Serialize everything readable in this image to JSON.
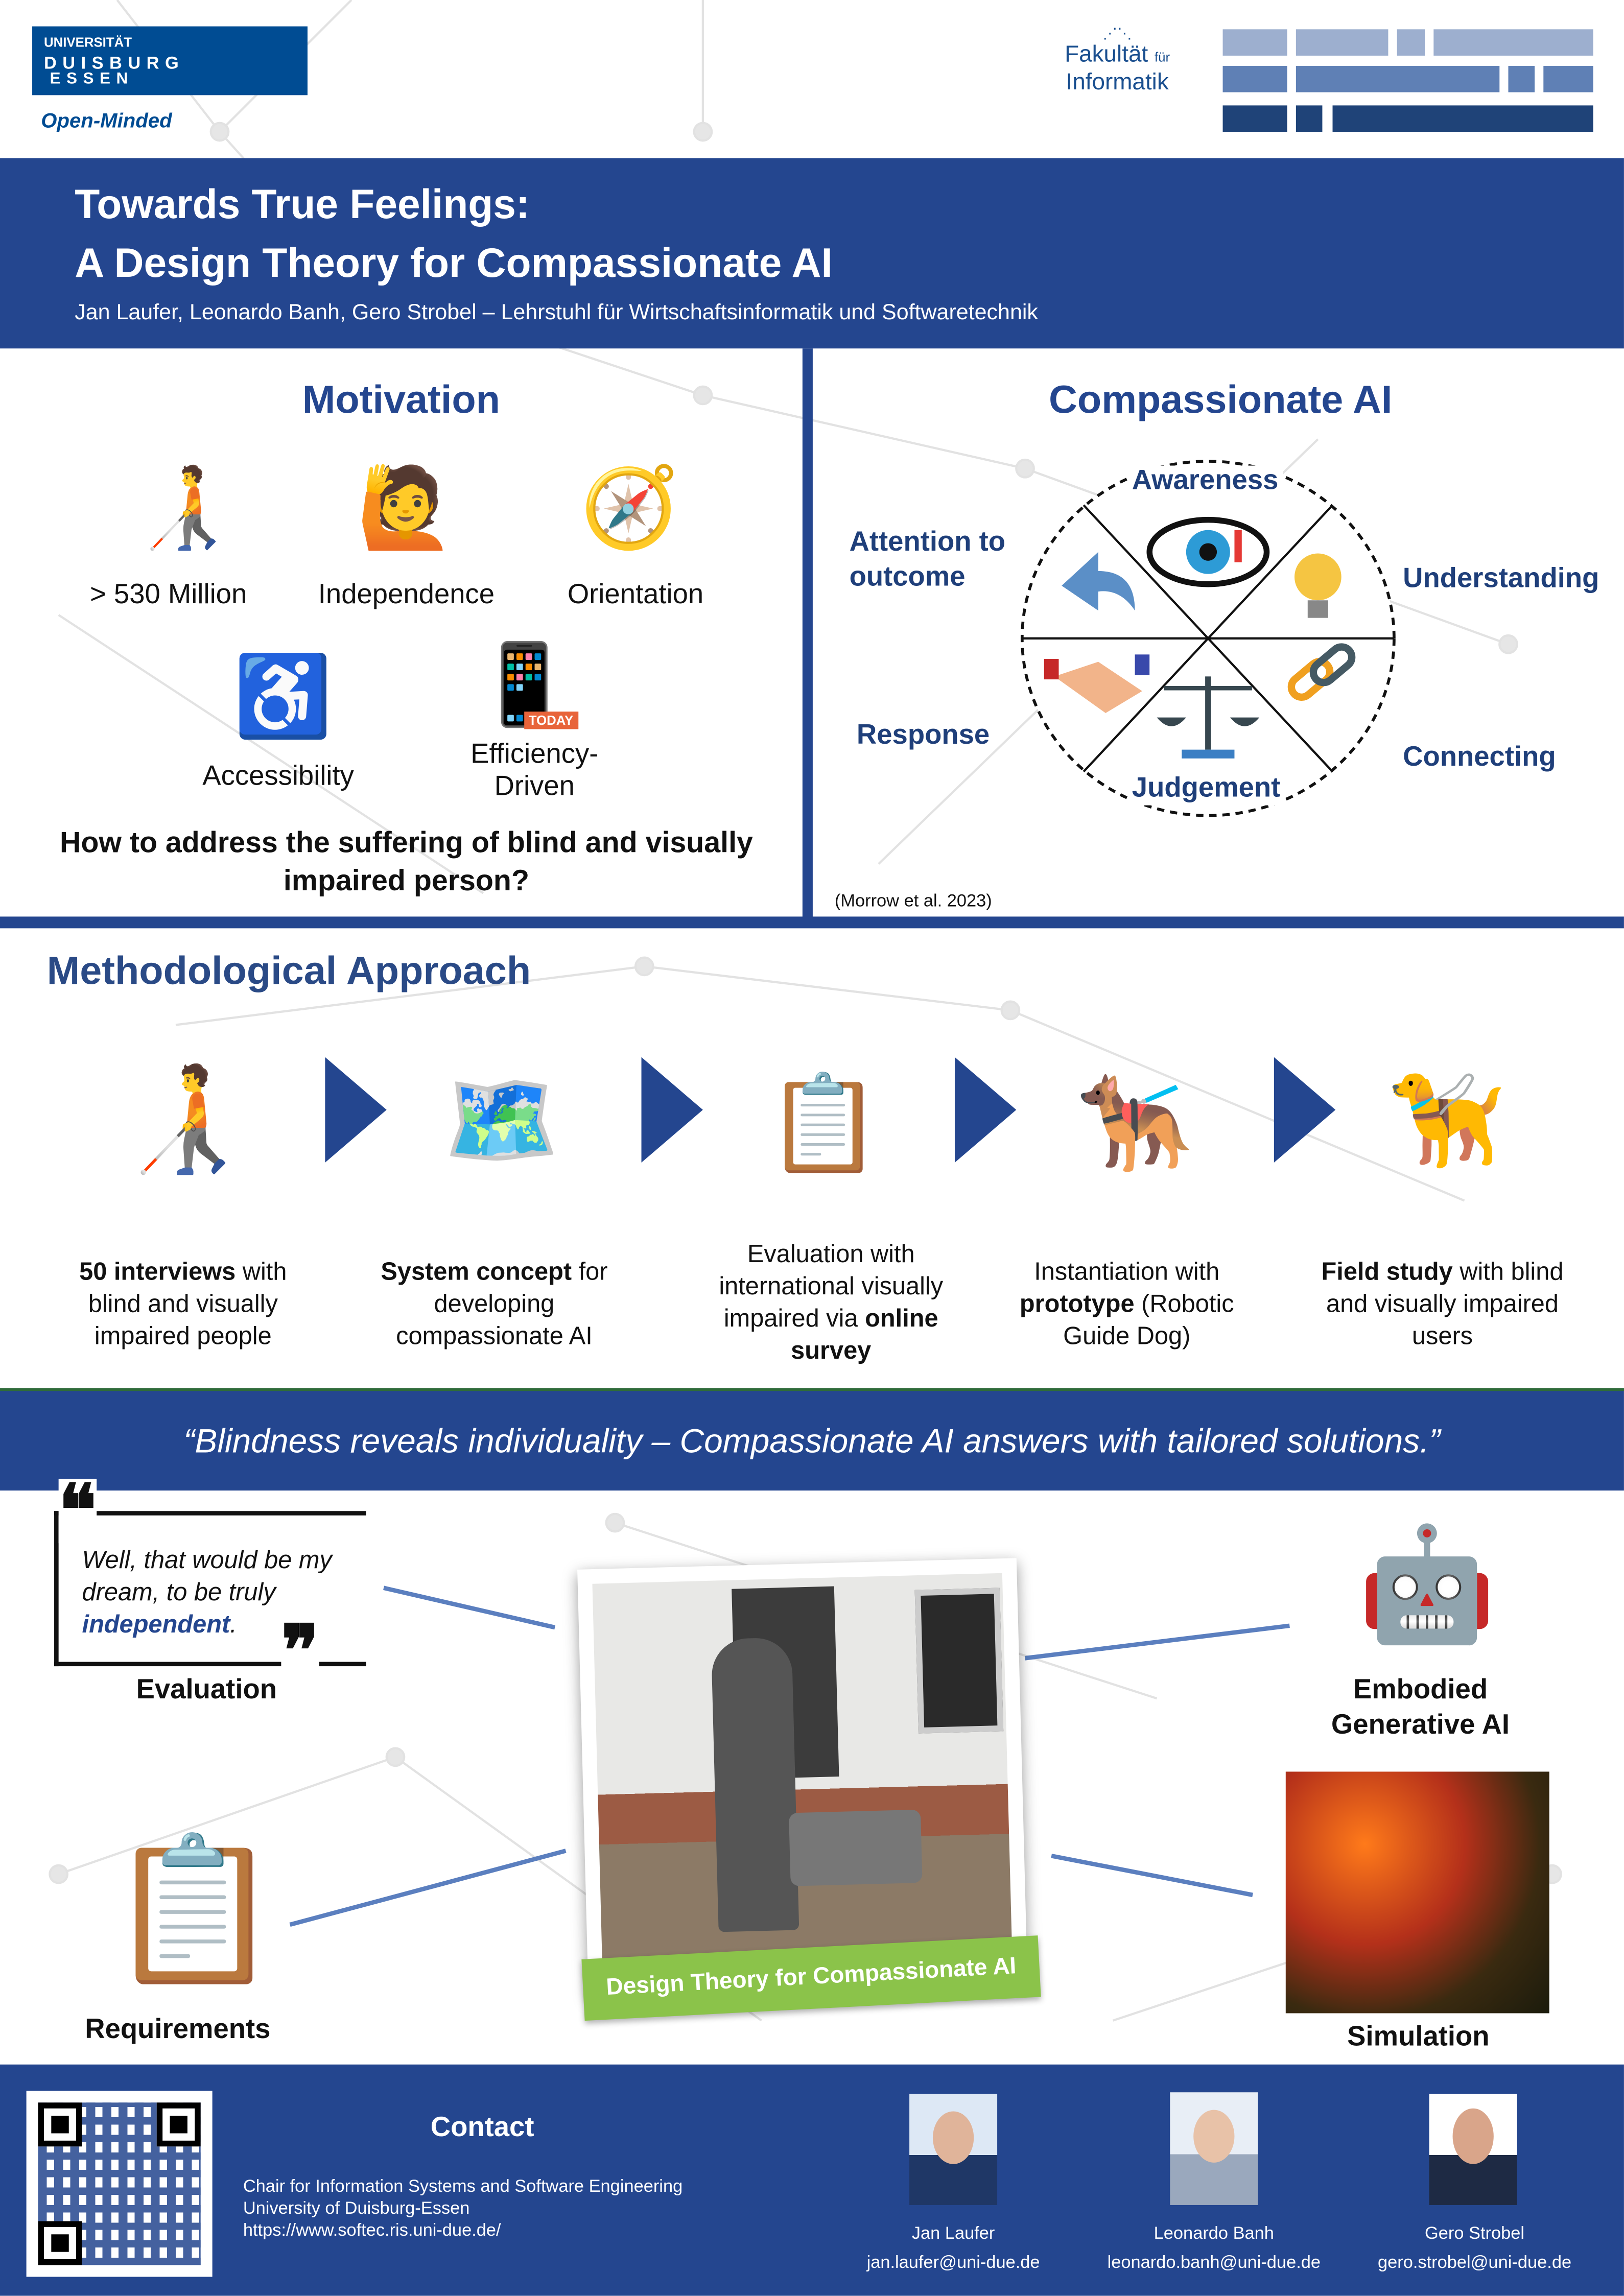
{
  "header": {
    "university_logo": {
      "line1": "UNIVERSITÄT",
      "line2": "DUISBURG",
      "line3": "ESSEN",
      "tagline": "Open-Minded"
    },
    "faculty_logo": {
      "line1": "Fakultät",
      "small": "für",
      "line2": "Informatik"
    },
    "title_line1": "Towards True Feelings:",
    "title_line2": "A Design Theory for Compassionate AI",
    "authors": "Jan Laufer, Leonardo Banh, Gero Strobel – Lehrstuhl für Wirtschaftsinformatik und Softwaretechnik"
  },
  "motivation": {
    "heading": "Motivation",
    "items": [
      {
        "label": "> 530 Million",
        "icon": "blind-person-icon"
      },
      {
        "label": "Independence",
        "icon": "person-flag-icon"
      },
      {
        "label": "Orientation",
        "icon": "compass-person-icon"
      },
      {
        "label": "Accessibility",
        "icon": "accessibility-icon"
      },
      {
        "label": "Efficiency-Driven",
        "icon": "phone-ai-icon",
        "badge": "TODAY"
      }
    ],
    "question": "How to address the suffering of blind and visually impaired person?"
  },
  "compassionate": {
    "heading": "Compassionate AI",
    "segments": [
      "Awareness",
      "Understanding",
      "Connecting",
      "Judgement",
      "Response",
      "Attention to outcome"
    ],
    "citation": "(Morrow et al. 2023)"
  },
  "method": {
    "heading": "Methodological Approach",
    "steps": [
      {
        "bold": "50 interviews",
        "rest": " with blind and visually impaired people"
      },
      {
        "bold": "System concept",
        "rest": " for developing compassionate AI"
      },
      {
        "pre": "Evaluation with international visually impaired via ",
        "bold": "online survey"
      },
      {
        "pre": "Instantiation with ",
        "bold": "prototype",
        "rest": " (Robotic Guide Dog)"
      },
      {
        "bold": "Field study",
        "rest": " with blind and visually impaired users"
      }
    ]
  },
  "quote_banner": "“Blindness reveals individuality – Compassionate AI answers with tailored solutions.”",
  "design": {
    "quote_pre": "Well, that would be my dream, to be truly ",
    "quote_emph": "independent",
    "quote_post": ".",
    "evaluation": "Evaluation",
    "requirements": "Requirements",
    "embodied": "Embodied Generative AI",
    "simulation": "Simulation",
    "photo_caption": "Design Theory for Compassionate AI"
  },
  "footer": {
    "contact_heading": "Contact",
    "chair": "Chair for Information Systems and Software Engineering",
    "university": "University of Duisburg-Essen",
    "url": "https://www.softec.ris.uni-due.de/",
    "people": [
      {
        "name": "Jan Laufer",
        "email": "jan.laufer@uni-due.de"
      },
      {
        "name": "Leonardo Banh",
        "email": "leonardo.banh@uni-due.de"
      },
      {
        "name": "Gero Strobel",
        "email": "gero.strobel@uni-due.de"
      }
    ]
  },
  "colors": {
    "primary": "#24468f",
    "green": "#8bc34a"
  }
}
